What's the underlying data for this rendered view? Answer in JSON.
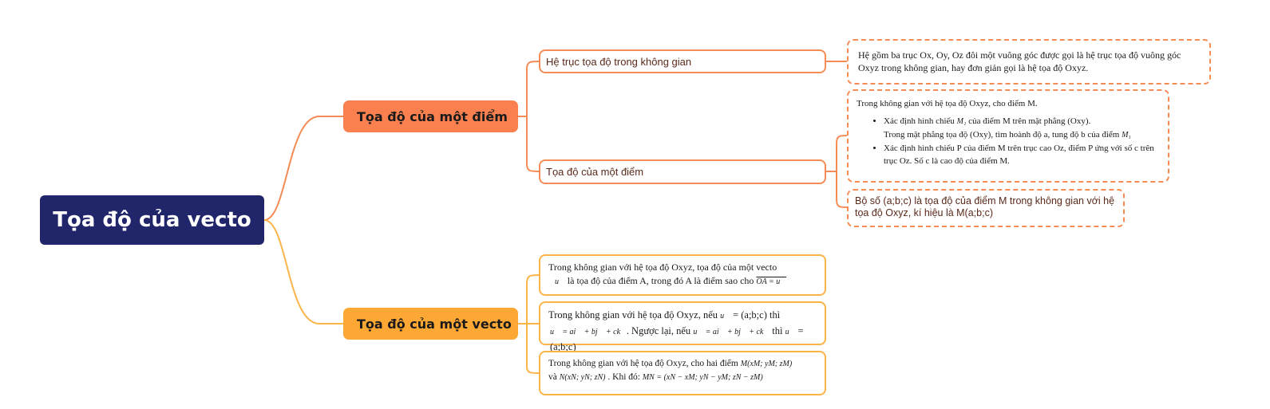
{
  "root": {
    "label": "Tọa độ của vecto"
  },
  "colors": {
    "root": "#21266b",
    "branch1": "#fa8050",
    "branch2": "#fda834",
    "branch1_line": "#f58b55",
    "branch2_line": "#fbb44a"
  },
  "branch1": {
    "label": "Tọa độ của một điểm",
    "children": [
      {
        "label": "Hệ trục tọa độ trong không gian",
        "note": "Hệ gồm ba trục Ox, Oy, Oz đôi một vuông góc được gọi là hệ trục tọa độ vuông góc Oxyz trong không gian, hay đơn giản gọi là hệ tọa độ Oxyz."
      },
      {
        "label": "Tọa độ của một điểm",
        "note": {
          "intro": "Trong không gian với hệ tọa độ Oxyz, cho điểm M.",
          "bullet1a": "Xác định hình chiếu",
          "bullet1_math": "M₁",
          "bullet1b": "của điểm M trên mặt phẳng (Oxy).",
          "bullet1c": "Trong mặt phẳng tọa độ (Oxy), tìm hoành độ a, tung độ b của điểm",
          "bullet2": "Xác định hình chiếu P của điểm M trên trục cao Oz, điểm P ứng với số c trên trục Oz. Số c là cao độ của điểm M."
        },
        "note2": "Bộ số (a;b;c) là tọa độ của điểm M trong không gian với hệ tọa độ Oxyz, kí hiệu là M(a;b;c)"
      }
    ]
  },
  "branch2": {
    "label": "Tọa độ của một vecto",
    "children": [
      {
        "line1": "Trong không gian với hệ tọa độ Oxyz, tọa độ của một vecto",
        "line2a": "là tọa độ của điểm A, trong đó A là điểm sao cho",
        "math_u": "u⃗",
        "math_oa": "OA = u⃗"
      },
      {
        "line1a": "Trong không gian với hệ tọa độ Oxyz, nếu",
        "line1b": "= (a;b;c) thì",
        "math_u": "u⃗",
        "math_expr": "u⃗ = ai⃗ + bj⃗ + ck⃗",
        "line2b": ". Ngược lại, nếu",
        "line2c": "thì",
        "line2d": "= (a;b;c)"
      },
      {
        "line1": "Trong không gian với hệ tọa độ Oxyz, cho hai điểm",
        "math_m": "M(xM; yM; zM)",
        "line2a": "và",
        "math_n": "N(xN; yN; zN)",
        "line2b": ". Khi đó:",
        "math_mn": "MN = (xN − xM; yN − yM; zN − zM)"
      }
    ]
  }
}
